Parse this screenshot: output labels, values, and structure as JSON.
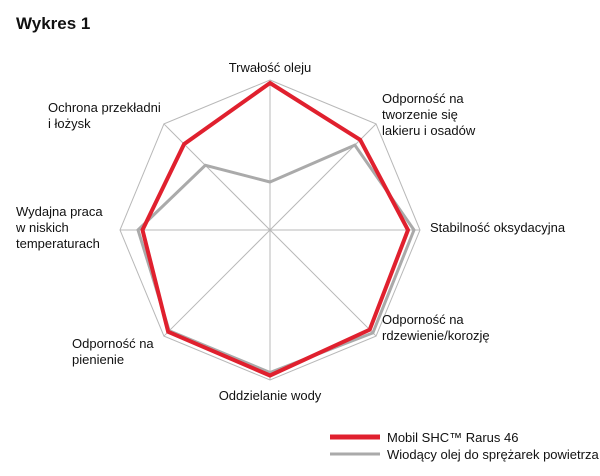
{
  "chart_data": {
    "type": "radar",
    "title": "Wykres 1",
    "axes": [
      "Trwałość oleju",
      "Odporność na tworzenie się lakieru i osadów",
      "Stabilność oksydacyjna",
      "Odporność na rdzewienie/korozję",
      "Oddzielanie wody",
      "Odporność na pienienie",
      "Wydajna praca w niskich temperaturach",
      "Ochrona przekładni i łożysk"
    ],
    "axis_label_lines": [
      [
        "Trwałość oleju"
      ],
      [
        "Odporność na",
        "tworzenie się",
        "lakieru i osadów"
      ],
      [
        "Stabilność oksydacyjna"
      ],
      [
        "Odporność na",
        "rdzewienie/korozję"
      ],
      [
        "Oddzielanie wody"
      ],
      [
        "Odporność na",
        "pienienie"
      ],
      [
        "Wydajna praca",
        "w niskich",
        "temperaturach"
      ],
      [
        "Ochrona przekładni",
        "i łożysk"
      ]
    ],
    "range": [
      0,
      1
    ],
    "grid": true,
    "legend_position": "bottom-right",
    "series": [
      {
        "name": "Mobil SHC™ Rarus 46",
        "color": "#e0202e",
        "values": [
          0.98,
          0.85,
          0.92,
          0.94,
          0.97,
          0.96,
          0.85,
          0.81
        ]
      },
      {
        "name": "Wiodący olej do sprężarek powietrza",
        "color": "#aaaaaa",
        "values": [
          0.32,
          0.8,
          0.96,
          0.97,
          0.95,
          0.95,
          0.88,
          0.61
        ]
      }
    ]
  }
}
